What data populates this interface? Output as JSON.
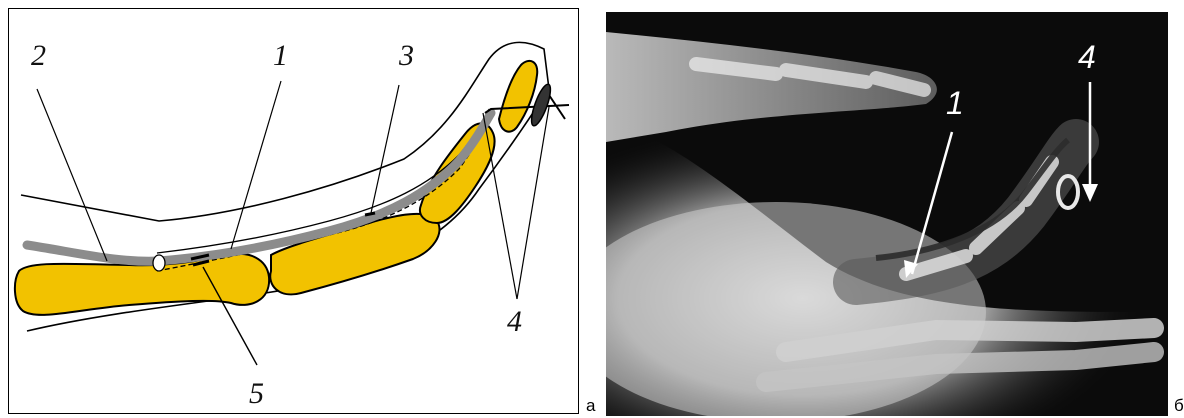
{
  "figure": {
    "panel_a": {
      "tag": "a",
      "labels": [
        "2",
        "1",
        "3",
        "4",
        "5"
      ]
    },
    "panel_b": {
      "tag": "б",
      "labels": [
        "1",
        "4"
      ]
    }
  },
  "colors": {
    "bone": "#f2c200",
    "catheter": "#8c8c8c",
    "outline": "#000000",
    "xray_bg": "#0b0b0b"
  }
}
